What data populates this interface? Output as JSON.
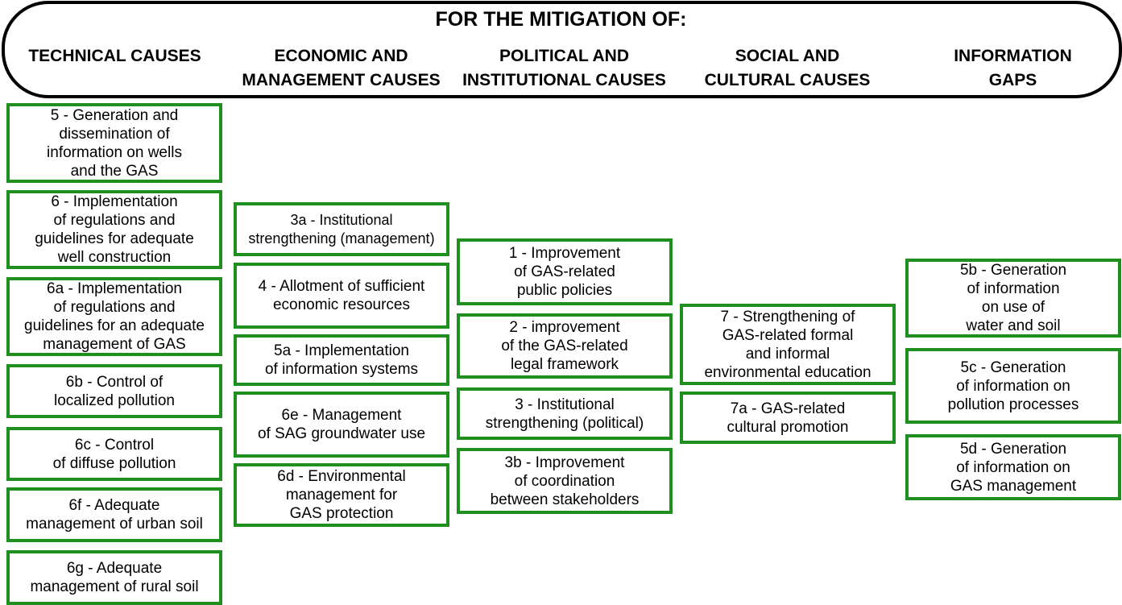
{
  "title": "FOR THE MITIGATION OF:",
  "columns": [
    {
      "heading": "TECHNICAL CAUSES",
      "boxes": [
        "5 - Generation and\ndissemination of\ninformation on wells\nand the GAS",
        "6 - Implementation\nof regulations and\nguidelines for adequate\nwell construction",
        "6a - Implementation\nof regulations and\nguidelines for an adequate\nmanagement of GAS",
        "6b - Control of\nlocalized pollution",
        "6c - Control\nof diffuse pollution",
        "6f - Adequate\nmanagement of urban soil",
        "6g - Adequate\nmanagement of rural soil"
      ]
    },
    {
      "heading": "ECONOMIC AND\nMANAGEMENT CAUSES",
      "boxes": [
        "3a - Institutional\nstrengthening (management)",
        "4 - Allotment of sufficient\neconomic resources",
        "5a - Implementation\nof information systems",
        "6e - Management\nof SAG groundwater use",
        "6d - Environmental\nmanagement for\nGAS protection"
      ]
    },
    {
      "heading": "POLITICAL AND\nINSTITUTIONAL CAUSES",
      "boxes": [
        "1 - Improvement\nof GAS-related\npublic policies",
        "2 - improvement\nof the GAS-related\nlegal framework",
        "3 - Institutional\nstrengthening (political)",
        "3b - Improvement\nof coordination\nbetween stakeholders"
      ]
    },
    {
      "heading": "SOCIAL AND\nCULTURAL CAUSES",
      "boxes": [
        "7 - Strengthening of\nGAS-related formal\nand informal\nenvironmental education",
        "7a - GAS-related\ncultural promotion"
      ]
    },
    {
      "heading": "INFORMATION\nGAPS",
      "boxes": [
        "5b - Generation\nof information\non use of\nwater and soil",
        "5c - Generation\nof information on\npollution processes",
        "5d - Generation\nof information on\nGAS management"
      ]
    }
  ],
  "colors": {
    "box_border": "#1f8f1f",
    "header_border": "#000000"
  }
}
